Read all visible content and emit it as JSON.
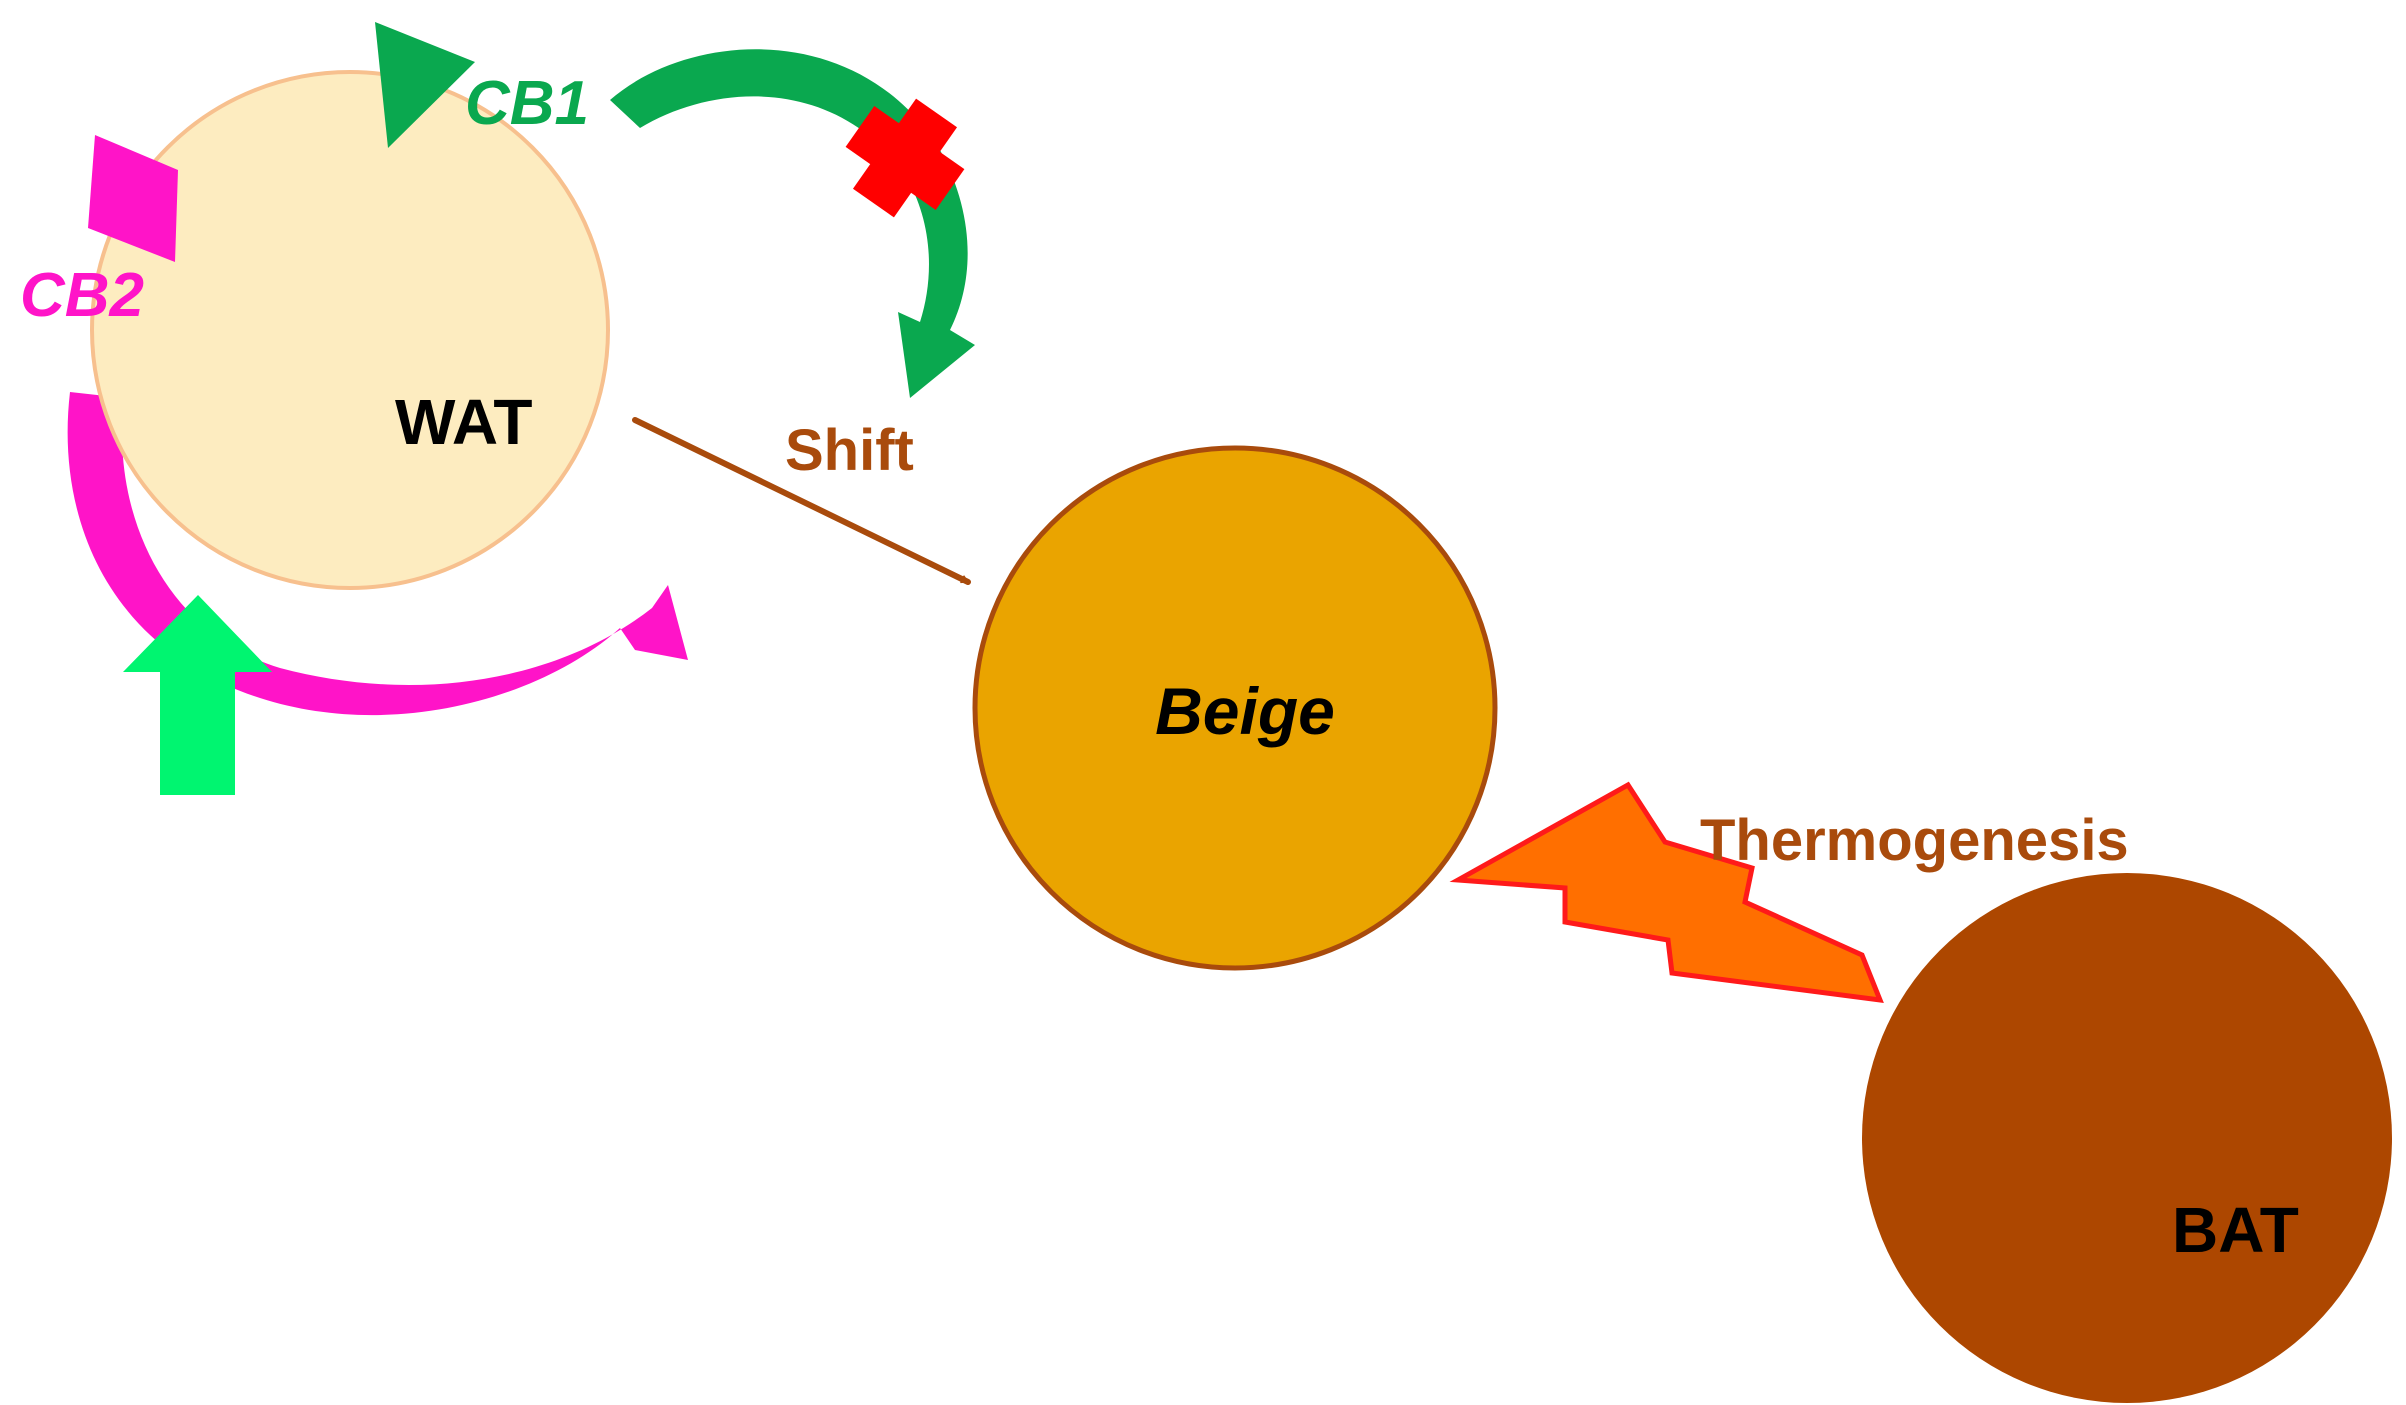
{
  "nodes": {
    "wat": {
      "label": "WAT",
      "fill": "#fdecc0",
      "stroke": "#f7c08e"
    },
    "beige": {
      "label": "Beige",
      "fill": "#eaa400",
      "stroke": "#a94b0c"
    },
    "bat": {
      "label": "BAT",
      "fill": "#ad4700"
    }
  },
  "receptors": {
    "cb1": {
      "label": "CB1",
      "color": "#0aa84f"
    },
    "cb2": {
      "label": "CB2",
      "color": "#ff14c8"
    }
  },
  "edges": {
    "shift": {
      "label": "Shift",
      "color": "#a94b0c"
    },
    "thermogenesis": {
      "label": "Thermogenesis",
      "color": "#a94b0c"
    }
  },
  "symbols": {
    "block": {
      "icon": "red-cross-icon",
      "color": "#ff0000"
    },
    "increase": {
      "icon": "up-arrow-icon",
      "color": "#00f570"
    },
    "bolt": {
      "icon": "lightning-bolt-icon",
      "fill": "#ff6f00",
      "stroke": "#ff1a1a"
    }
  }
}
